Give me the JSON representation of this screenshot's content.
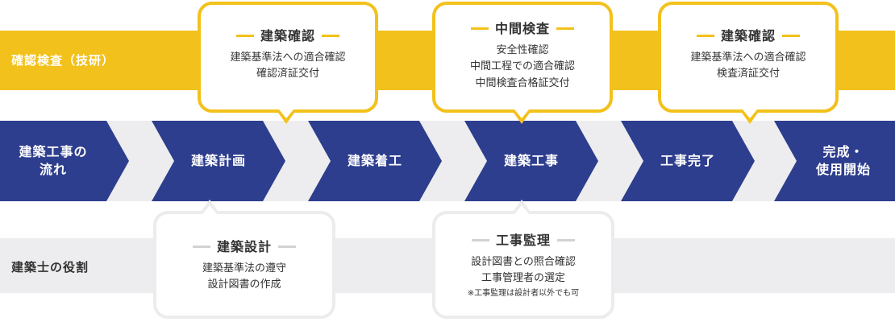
{
  "colors": {
    "yellow": "#f3c11b",
    "navy": "#2e3e8e",
    "light_gray": "#ececec",
    "band_gray": "#ededef"
  },
  "rows": {
    "inspection": "確認検査（技研）",
    "flow": "建築工事の\n流れ",
    "role": "建築士の役割"
  },
  "steps": [
    {
      "label": "建築計画"
    },
    {
      "label": "建築着工"
    },
    {
      "label": "建築工事"
    },
    {
      "label": "工事完了"
    },
    {
      "label": "完成・\n使用開始"
    }
  ],
  "inspection_callouts": [
    {
      "title": "建築確認",
      "lines": [
        "建築基準法への適合確認",
        "確認済証交付"
      ]
    },
    {
      "title": "中間検査",
      "lines": [
        "安全性確認",
        "中間工程での適合確認",
        "中間検査合格証交付"
      ]
    },
    {
      "title": "建築確認",
      "lines": [
        "建築基準法への適合確認",
        "検査済証交付"
      ]
    }
  ],
  "role_callouts": [
    {
      "title": "建築設計",
      "lines": [
        "建築基準法の遵守",
        "設計図書の作成"
      ],
      "note": ""
    },
    {
      "title": "工事監理",
      "lines": [
        "設計図書との照合確認",
        "工事管理者の選定"
      ],
      "note": "※工事監理は設計者以外でも可"
    }
  ]
}
